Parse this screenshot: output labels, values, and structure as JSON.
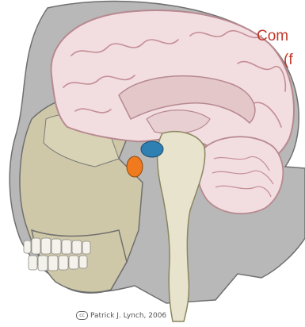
{
  "caption": {
    "line1": "Com",
    "line2": "(f"
  },
  "credit": {
    "text": "Patrick J. Lynch, 2006",
    "cc_mark": "cc"
  },
  "colors": {
    "skull_outline": "#6f6f6f",
    "skull_fill": "#cfc8a8",
    "head_fill": "#b8b8b8",
    "brain_fill": "#f2dde0",
    "brain_gyri": "#c48e96",
    "inner_brain": "#e3c7c9",
    "brainstem": "#e7e3cc",
    "hypothalamus": "#f07a1d",
    "pituitary": "#2e7fb2",
    "caption": "#c0392b",
    "teeth": "#f4f2ea"
  }
}
